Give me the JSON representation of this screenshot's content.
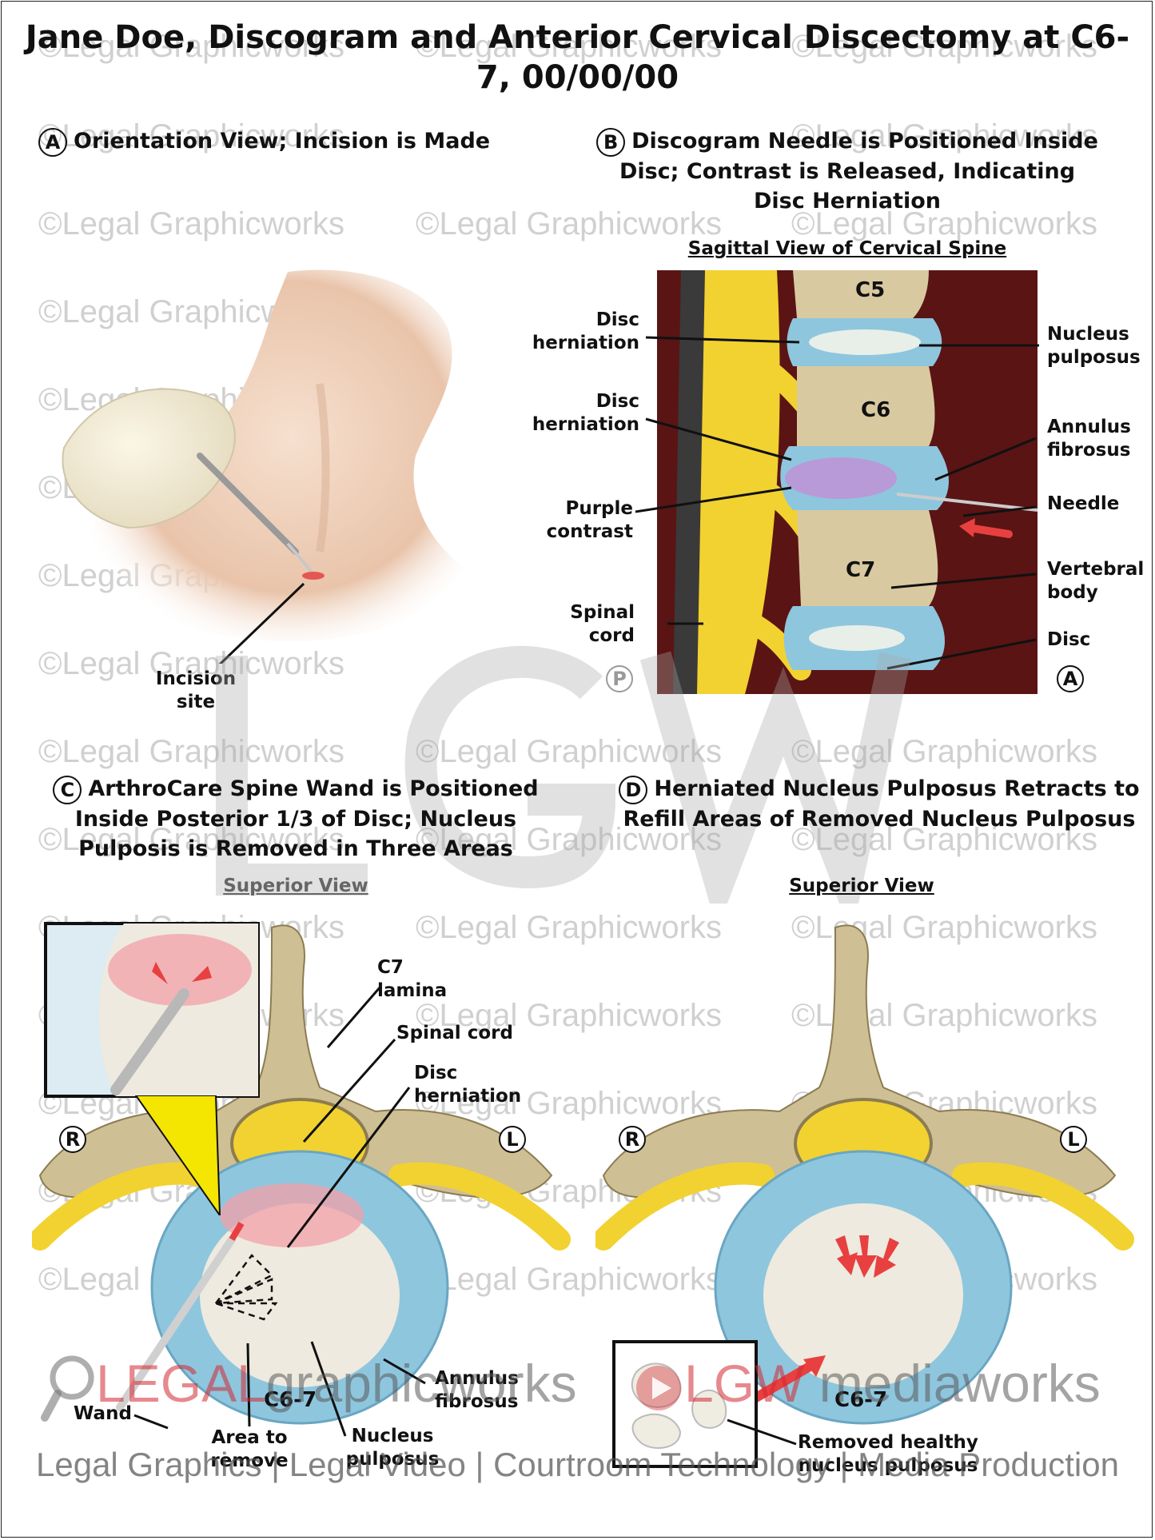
{
  "title": "Jane Doe, Discogram and Anterior Cervical Discectomy at C6-7, 00/00/00",
  "panels": {
    "a": {
      "letter": "A",
      "heading": "Orientation View; Incision is Made",
      "labels": {
        "incision_site": "Incision site"
      }
    },
    "b": {
      "letter": "B",
      "heading": "Discogram Needle is Positioned Inside Disc; Contrast is Released, Indicating Disc Herniation",
      "subtitle": "Sagittal View of Cervical Spine",
      "vertebra_labels": [
        "C5",
        "C6",
        "C7"
      ],
      "labels": {
        "disc_herniation_1": "Disc herniation",
        "disc_herniation_2": "Disc herniation",
        "purple_contrast": "Purple contrast",
        "spinal_cord": "Spinal cord",
        "nucleus_pulposus": "Nucleus pulposus",
        "annulus_fibrosus": "Annulus fibrosus",
        "needle": "Needle",
        "vertebral_body": "Vertebral body",
        "disc": "Disc"
      },
      "corner_left": "P",
      "corner_right": "A"
    },
    "c": {
      "letter": "C",
      "heading": "ArthroCare Spine Wand is Positioned Inside Posterior 1/3 of Disc; Nucleus Pulposis is Removed in Three Areas",
      "subtitle": "Superior View",
      "side_right": "R",
      "side_left": "L",
      "disc_level": "C6-7",
      "labels": {
        "c7_lamina": "C7 lamina",
        "spinal_cord": "Spinal cord",
        "disc_herniation": "Disc herniation",
        "annulus_fibrosus": "Annulus fibrosus",
        "nucleus_pulposus": "Nucleus pulposus",
        "area_to_remove": "Area to remove",
        "wand": "Wand"
      }
    },
    "d": {
      "letter": "D",
      "heading": "Herniated Nucleus Pulposus Retracts to Refill Areas of Removed Nucleus Pulposus",
      "subtitle": "Superior View",
      "side_right": "R",
      "side_left": "L",
      "disc_level": "C6-7",
      "labels": {
        "removed_healthy": "Removed healthy nucleus pulposus"
      }
    }
  },
  "watermark": "©Legal Graphicworks",
  "brand": {
    "left": "LEGAL",
    "left_rest": "graphicworks",
    "right": "LGW",
    "right_rest": "mediaworks"
  },
  "footer": "Legal Graphics | Legal Video | Courtroom Technology | Media Production",
  "colors": {
    "nerve_yellow": "#f2d230",
    "disc_blue": "#8ec6de",
    "bone": "#d9c9a0",
    "tissue": "#5a1414",
    "contrast_purple": "#b89ad8",
    "skin": "#f0d5c0"
  }
}
